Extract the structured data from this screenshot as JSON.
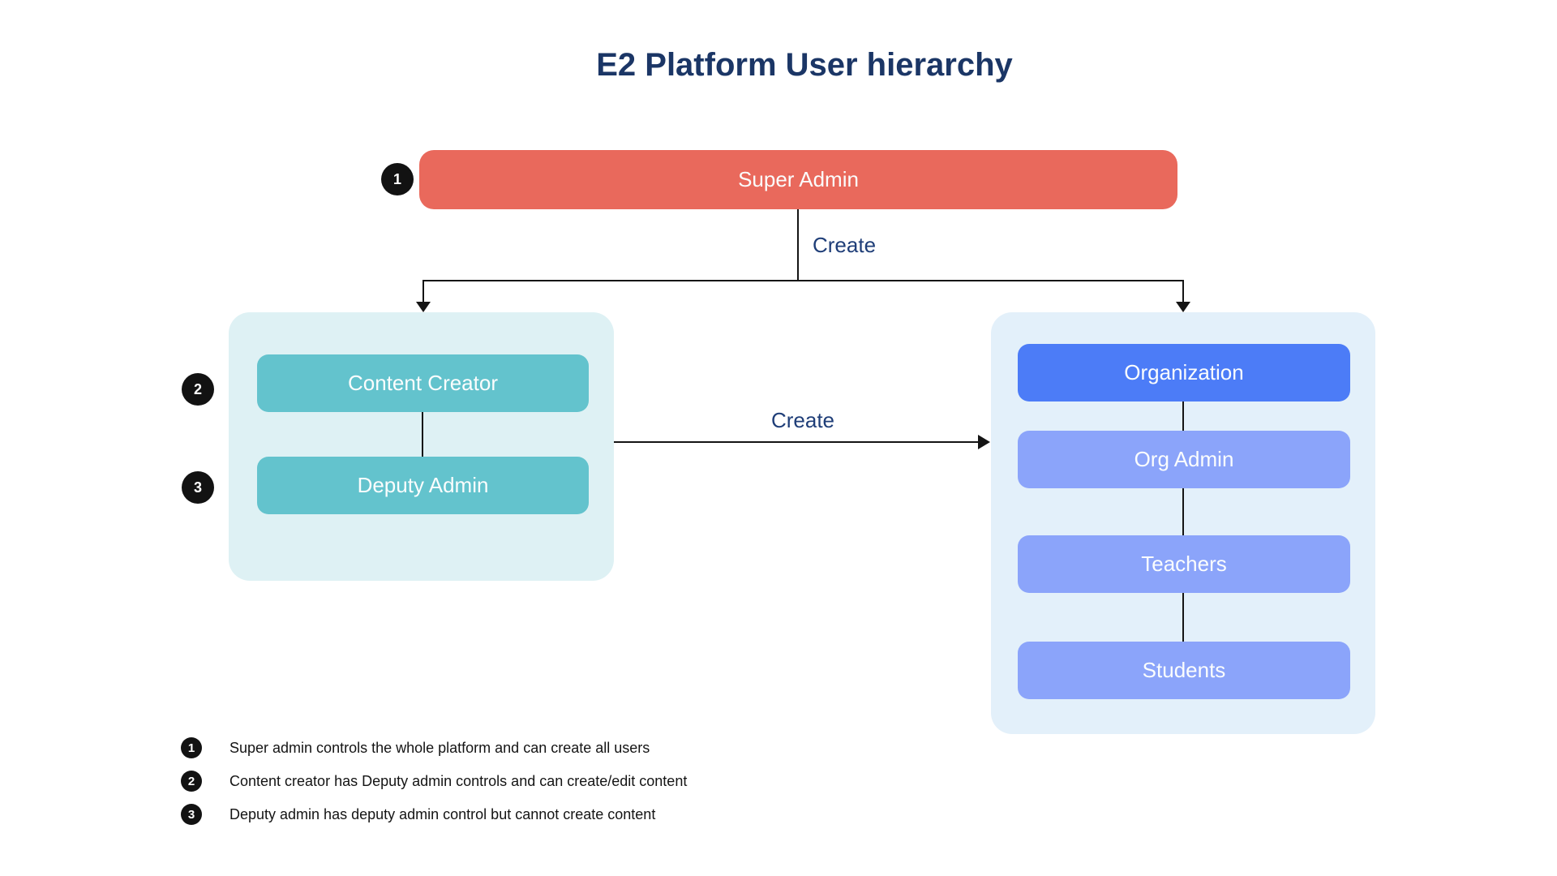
{
  "title": "E2 Platform User hierarchy",
  "nodes": {
    "super_admin": {
      "label": "Super Admin",
      "color": "#E9695C",
      "badge": "1"
    },
    "left_group": {
      "panel_color": "#DEF1F4",
      "rows": [
        {
          "label": "Content Creator",
          "color": "#63C3CD",
          "badge": "2"
        },
        {
          "label": "Deputy Admin",
          "color": "#63C3CD",
          "badge": "3"
        }
      ]
    },
    "right_group": {
      "panel_color": "#E3F0FA",
      "rows": [
        {
          "label": "Organization",
          "color": "#4C7CF7"
        },
        {
          "label": "Org Admin",
          "color": "#8BA4FA"
        },
        {
          "label": "Teachers",
          "color": "#8BA4FA"
        },
        {
          "label": "Students",
          "color": "#8BA4FA"
        }
      ]
    }
  },
  "edges": {
    "top_create_label": "Create",
    "mid_create_label": "Create",
    "line_color": "#141414",
    "label_color": "#1F3E78"
  },
  "badges": [
    "1",
    "2",
    "3"
  ],
  "legend": [
    {
      "num": "1",
      "text": "Super admin controls the whole platform and can create all users"
    },
    {
      "num": "2",
      "text": "Content creator has Deputy admin controls and can create/edit content"
    },
    {
      "num": "3",
      "text": "Deputy admin has deputy admin control but cannot create content"
    }
  ],
  "title_color": "#1B3666"
}
